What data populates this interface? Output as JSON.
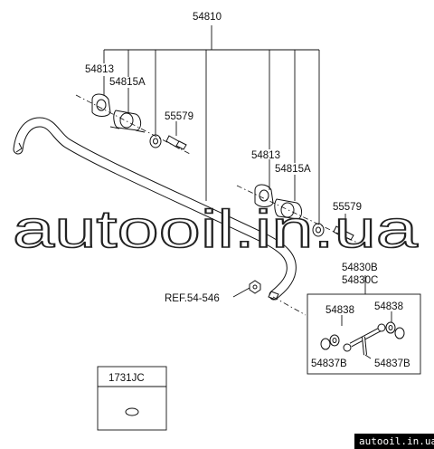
{
  "labels": {
    "assembly": "54810",
    "bush_a": "54813",
    "bracket_a": "54815A",
    "bolt_a": "55579",
    "bush_b": "54813",
    "bracket_b": "54815A",
    "bolt_b": "55579",
    "ref": "REF.54-546",
    "link_a": "54830B",
    "link_b": "54830C",
    "link_nut_l": "54838",
    "link_nut_r": "54838",
    "link_boot_l": "54837B",
    "link_boot_r": "54837B",
    "plug": "1731JC"
  },
  "watermark": "autooil.in.ua",
  "footer": "autooil.in.ua"
}
